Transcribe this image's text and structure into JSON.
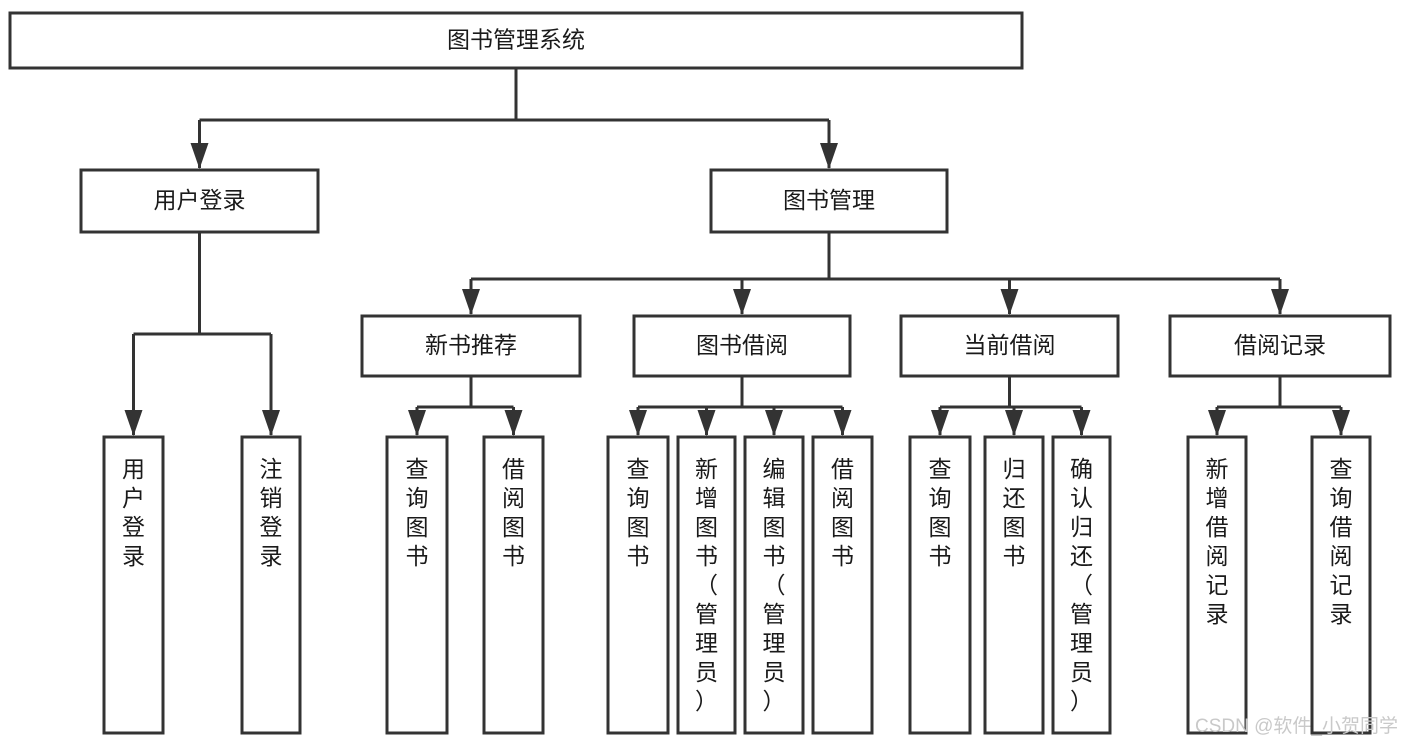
{
  "diagram": {
    "type": "tree",
    "title": "图书管理系统",
    "orientation": "top-down",
    "colors": {
      "box_stroke": "#333333",
      "box_fill": "#ffffff",
      "text": "#1a1a1a",
      "connector": "#333333",
      "watermark": "#c9c9c9",
      "background": "#ffffff"
    },
    "nodes": {
      "root": {
        "label": "图书管理系统",
        "level": 1,
        "text_orientation": "horizontal"
      },
      "l2": [
        {
          "label": "用户登录",
          "level": 2,
          "text_orientation": "horizontal"
        },
        {
          "label": "图书管理",
          "level": 2,
          "text_orientation": "horizontal"
        }
      ],
      "l3": [
        {
          "label": "新书推荐",
          "level": 3,
          "text_orientation": "horizontal"
        },
        {
          "label": "图书借阅",
          "level": 3,
          "text_orientation": "horizontal"
        },
        {
          "label": "当前借阅",
          "level": 3,
          "text_orientation": "horizontal"
        },
        {
          "label": "借阅记录",
          "level": 3,
          "text_orientation": "horizontal"
        }
      ],
      "leaves": [
        {
          "label": "用户登录",
          "parent": "用户登录",
          "text_orientation": "vertical"
        },
        {
          "label": "注销登录",
          "parent": "用户登录",
          "text_orientation": "vertical"
        },
        {
          "label": "查询图书",
          "parent": "新书推荐",
          "text_orientation": "vertical"
        },
        {
          "label": "借阅图书",
          "parent": "新书推荐",
          "text_orientation": "vertical"
        },
        {
          "label": "查询图书",
          "parent": "图书借阅",
          "text_orientation": "vertical"
        },
        {
          "label": "新增图书（管理员）",
          "parent": "图书借阅",
          "text_orientation": "vertical"
        },
        {
          "label": "编辑图书（管理员）",
          "parent": "图书借阅",
          "text_orientation": "vertical"
        },
        {
          "label": "借阅图书",
          "parent": "图书借阅",
          "text_orientation": "vertical"
        },
        {
          "label": "查询图书",
          "parent": "当前借阅",
          "text_orientation": "vertical"
        },
        {
          "label": "归还图书",
          "parent": "当前借阅",
          "text_orientation": "vertical"
        },
        {
          "label": "确认归还（管理员）",
          "parent": "当前借阅",
          "text_orientation": "vertical"
        },
        {
          "label": "新增借阅记录",
          "parent": "借阅记录",
          "text_orientation": "vertical"
        },
        {
          "label": "查询借阅记录",
          "parent": "借阅记录",
          "text_orientation": "vertical"
        }
      ]
    },
    "edges": [
      {
        "from": "图书管理系统",
        "to": "用户登录"
      },
      {
        "from": "图书管理系统",
        "to": "图书管理"
      },
      {
        "from": "图书管理",
        "to": "新书推荐"
      },
      {
        "from": "图书管理",
        "to": "图书借阅"
      },
      {
        "from": "图书管理",
        "to": "当前借阅"
      },
      {
        "from": "图书管理",
        "to": "借阅记录"
      },
      {
        "from": "用户登录",
        "to": "用户登录(叶)"
      },
      {
        "from": "用户登录",
        "to": "注销登录"
      },
      {
        "from": "新书推荐",
        "to": "查询图书"
      },
      {
        "from": "新书推荐",
        "to": "借阅图书"
      },
      {
        "from": "图书借阅",
        "to": "查询图书"
      },
      {
        "from": "图书借阅",
        "to": "新增图书（管理员）"
      },
      {
        "from": "图书借阅",
        "to": "编辑图书（管理员）"
      },
      {
        "from": "图书借阅",
        "to": "借阅图书"
      },
      {
        "from": "当前借阅",
        "to": "查询图书"
      },
      {
        "from": "当前借阅",
        "to": "归还图书"
      },
      {
        "from": "当前借阅",
        "to": "确认归还（管理员）"
      },
      {
        "from": "借阅记录",
        "to": "新增借阅记录"
      },
      {
        "from": "借阅记录",
        "to": "查询借阅记录"
      }
    ]
  },
  "watermark": {
    "text": "CSDN @软件_小贺同学"
  }
}
